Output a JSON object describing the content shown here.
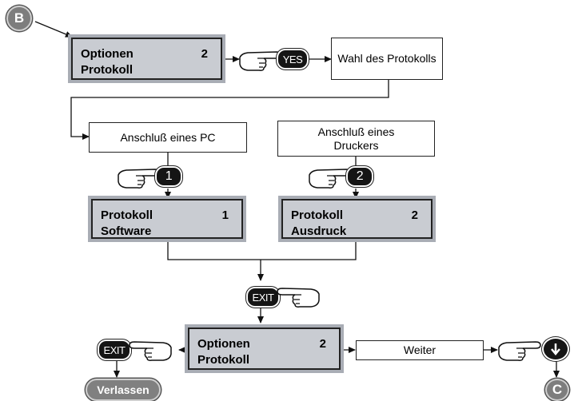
{
  "connectors": {
    "start": "B",
    "end": "C"
  },
  "lcd_top": {
    "line1": "Optionen",
    "line2": "Protokoll",
    "number": "2"
  },
  "key_yes": "YES",
  "box_choice": "Wahl des Protokolls",
  "box_pc": "Anschluß eines PC",
  "box_printer": "Anschluß eines Druckers",
  "key_1": "1",
  "key_2": "2",
  "lcd_software": {
    "line1": "Protokoll",
    "line2": "Software",
    "number": "1"
  },
  "lcd_printout": {
    "line1": "Protokoll",
    "line2": "Ausdruck",
    "number": "2"
  },
  "key_exit_center": "EXIT",
  "key_exit_left": "EXIT",
  "lcd_bottom": {
    "line1": "Optionen",
    "line2": "Protokoll",
    "number": "2"
  },
  "box_next": "Weiter",
  "leave_label": "Verlassen",
  "icons": {
    "hand": "pointing-hand-icon",
    "down": "arrow-down-icon"
  }
}
